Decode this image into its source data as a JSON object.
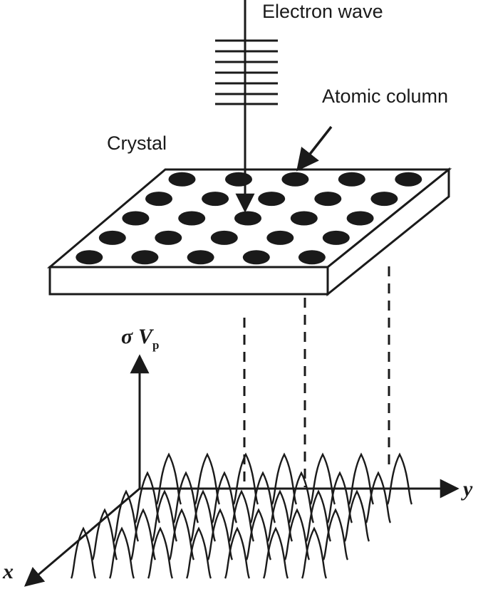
{
  "labels": {
    "electron_wave": "Electron wave",
    "atomic_column": "Atomic column",
    "crystal": "Crystal",
    "sigma": "σ",
    "potential": "V",
    "potential_sub": "p",
    "x_axis": "x",
    "y_axis": "y"
  },
  "colors": {
    "ink": "#1a1a1a",
    "background": "#ffffff",
    "crystal_face": "#ffffff"
  },
  "lattice": {
    "rows": 5,
    "columns": 5
  }
}
